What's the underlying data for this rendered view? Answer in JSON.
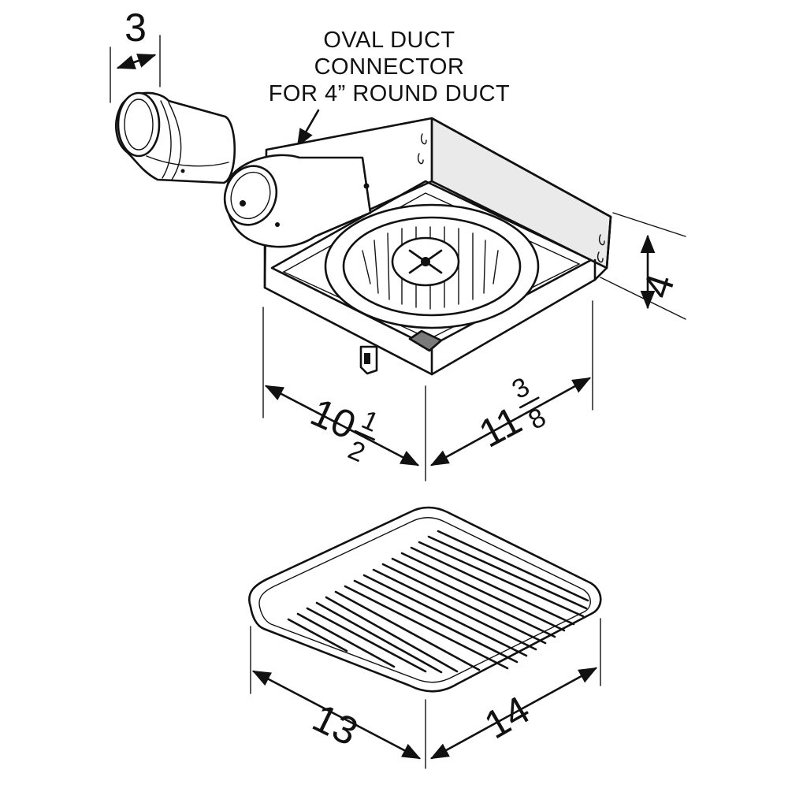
{
  "callout": {
    "line1": "OVAL DUCT",
    "line2": "CONNECTOR",
    "line3": "FOR 4” ROUND DUCT"
  },
  "dimensions": {
    "connector_depth": "3",
    "housing_height": "4",
    "housing_width_whole": "10",
    "housing_width_num": "1",
    "housing_width_den": "2",
    "housing_length_whole": "11",
    "housing_length_num": "3",
    "housing_length_den": "8",
    "grille_width": "13",
    "grille_length": "14"
  }
}
